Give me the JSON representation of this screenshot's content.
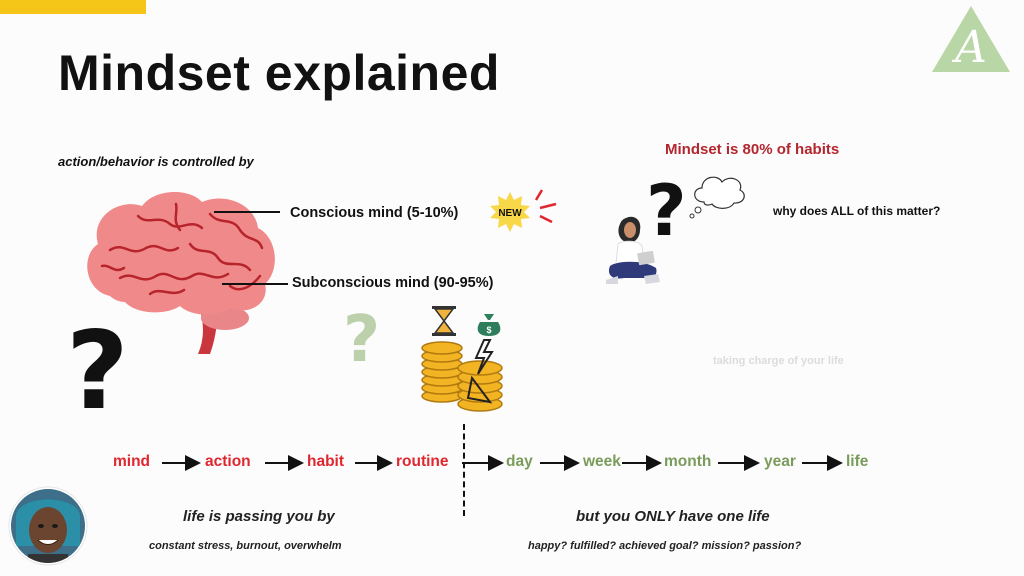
{
  "slide": {
    "title": "Mindset explained",
    "subtitle": "action/behavior is controlled by",
    "conscious_label": "Conscious mind (5-10%)",
    "subconscious_label": "Subconscious mind (90-95%)",
    "new_badge": "NEW",
    "headline": "Mindset is 80% of habits",
    "why_question": "why does ALL of this matter?",
    "taking_charge": "taking charge of your life",
    "flow": {
      "mind": "mind",
      "action": "action",
      "habit": "habit",
      "routine": "routine",
      "day": "day",
      "week": "week",
      "month": "month",
      "year": "year",
      "life": "life"
    },
    "left_caption": "life is passing you by",
    "left_subcaption": "constant stress, burnout, overwhelm",
    "right_caption": "but you ONLY have one life",
    "right_subcaption": "happy? fulfilled? achieved goal? mission? passion?",
    "qmark": "?",
    "logo_letter": "A"
  },
  "colors": {
    "accent_yellow": "#f5c518",
    "red": "#e0262e",
    "headline_red": "#b3262e",
    "green": "#7a9c5b",
    "logo_green": "#b9d6a6",
    "brain_pink": "#f08a8a"
  },
  "icons": [
    "brain-icon",
    "question-mark-icon",
    "new-badge-icon",
    "thought-cloud-icon",
    "woman-laptop-icon",
    "coins-icon",
    "hourglass-icon",
    "money-bag-icon",
    "lightning-icon",
    "logo-triangle-icon",
    "avatar"
  ]
}
